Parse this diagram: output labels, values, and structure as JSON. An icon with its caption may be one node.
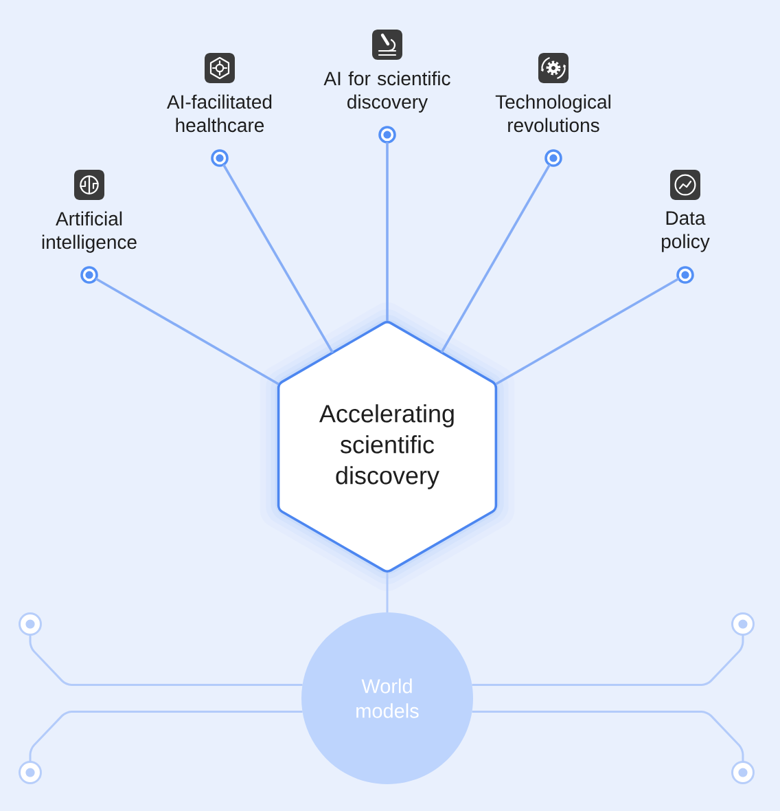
{
  "diagram": {
    "nodes": [
      {
        "text": [
          "Artificial intelligence"
        ]
      },
      {
        "text": [
          "AI-facilitated healthcare"
        ]
      },
      {
        "text": [
          "AI for scientific discovery"
        ]
      },
      {
        "text": [
          "Technological revolutions"
        ]
      },
      {
        "text": [
          "Data policy"
        ]
      },
      {
        "text": [
          "Accelerating scientific discovery"
        ]
      },
      {
        "text": [
          "World models"
        ]
      },
      {
        "text": [],
        "shape": "circle"
      },
      {
        "text": [],
        "shape": "circle"
      },
      {
        "text": [],
        "shape": "circle"
      },
      {
        "text": [],
        "shape": "circle"
      }
    ],
    "edges": [
      {
        "from": 0,
        "to": 5,
        "arrow": "none"
      },
      {
        "from": 1,
        "to": 5,
        "arrow": "none"
      },
      {
        "from": 2,
        "to": 5,
        "arrow": "none"
      },
      {
        "from": 3,
        "to": 5,
        "arrow": "none"
      },
      {
        "from": 4,
        "to": 5,
        "arrow": "none"
      },
      {
        "from": 5,
        "to": 6,
        "arrow": "none",
        "color": "#b3cbfa"
      },
      {
        "from": 7,
        "to": 6,
        "arrow": "none",
        "color": "#b3cbfa"
      },
      {
        "from": 8,
        "to": 6,
        "arrow": "none",
        "color": "#b3cbfa"
      },
      {
        "from": 9,
        "to": 6,
        "arrow": "none",
        "color": "#b3cbfa"
      },
      {
        "from": 10,
        "to": 6,
        "arrow": "none",
        "color": "#b3cbfa"
      }
    ]
  }
}
